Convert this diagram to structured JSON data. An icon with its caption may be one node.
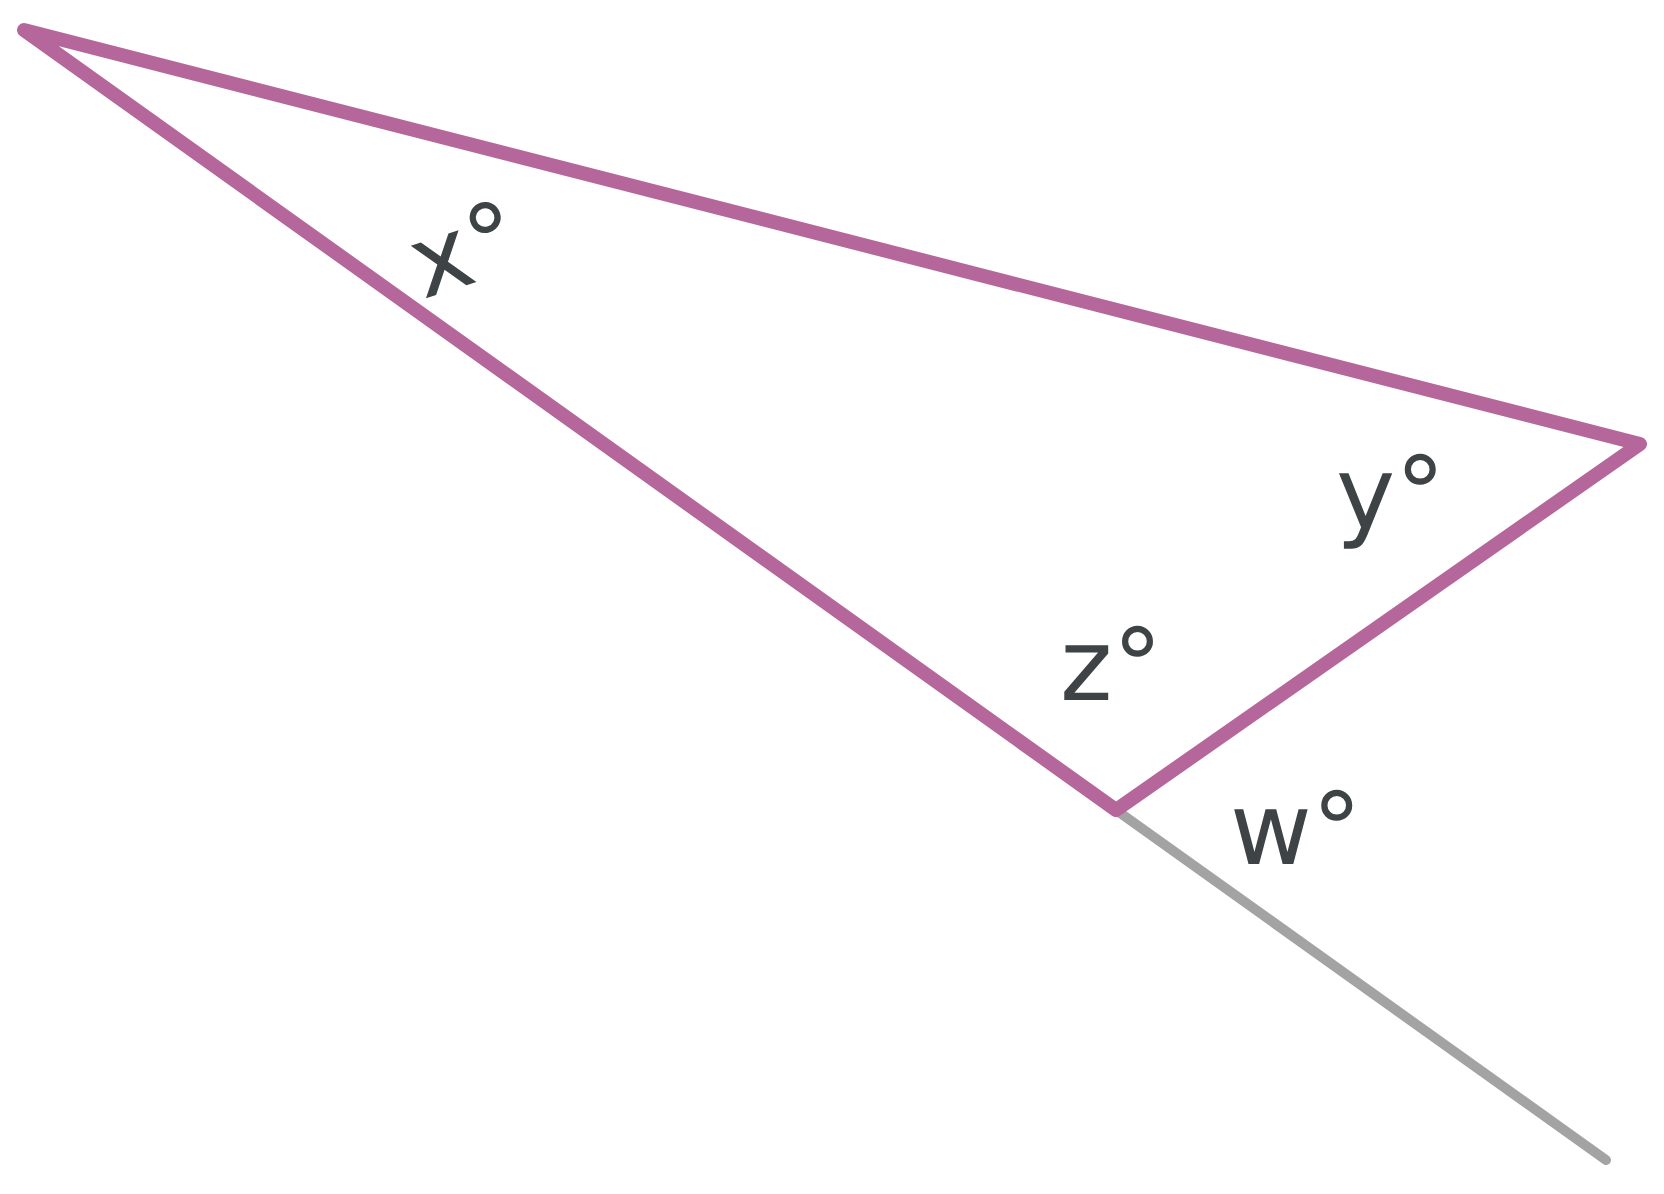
{
  "diagram": {
    "labels": [
      "x°",
      "y°",
      "z°",
      "w°"
    ]
  }
}
